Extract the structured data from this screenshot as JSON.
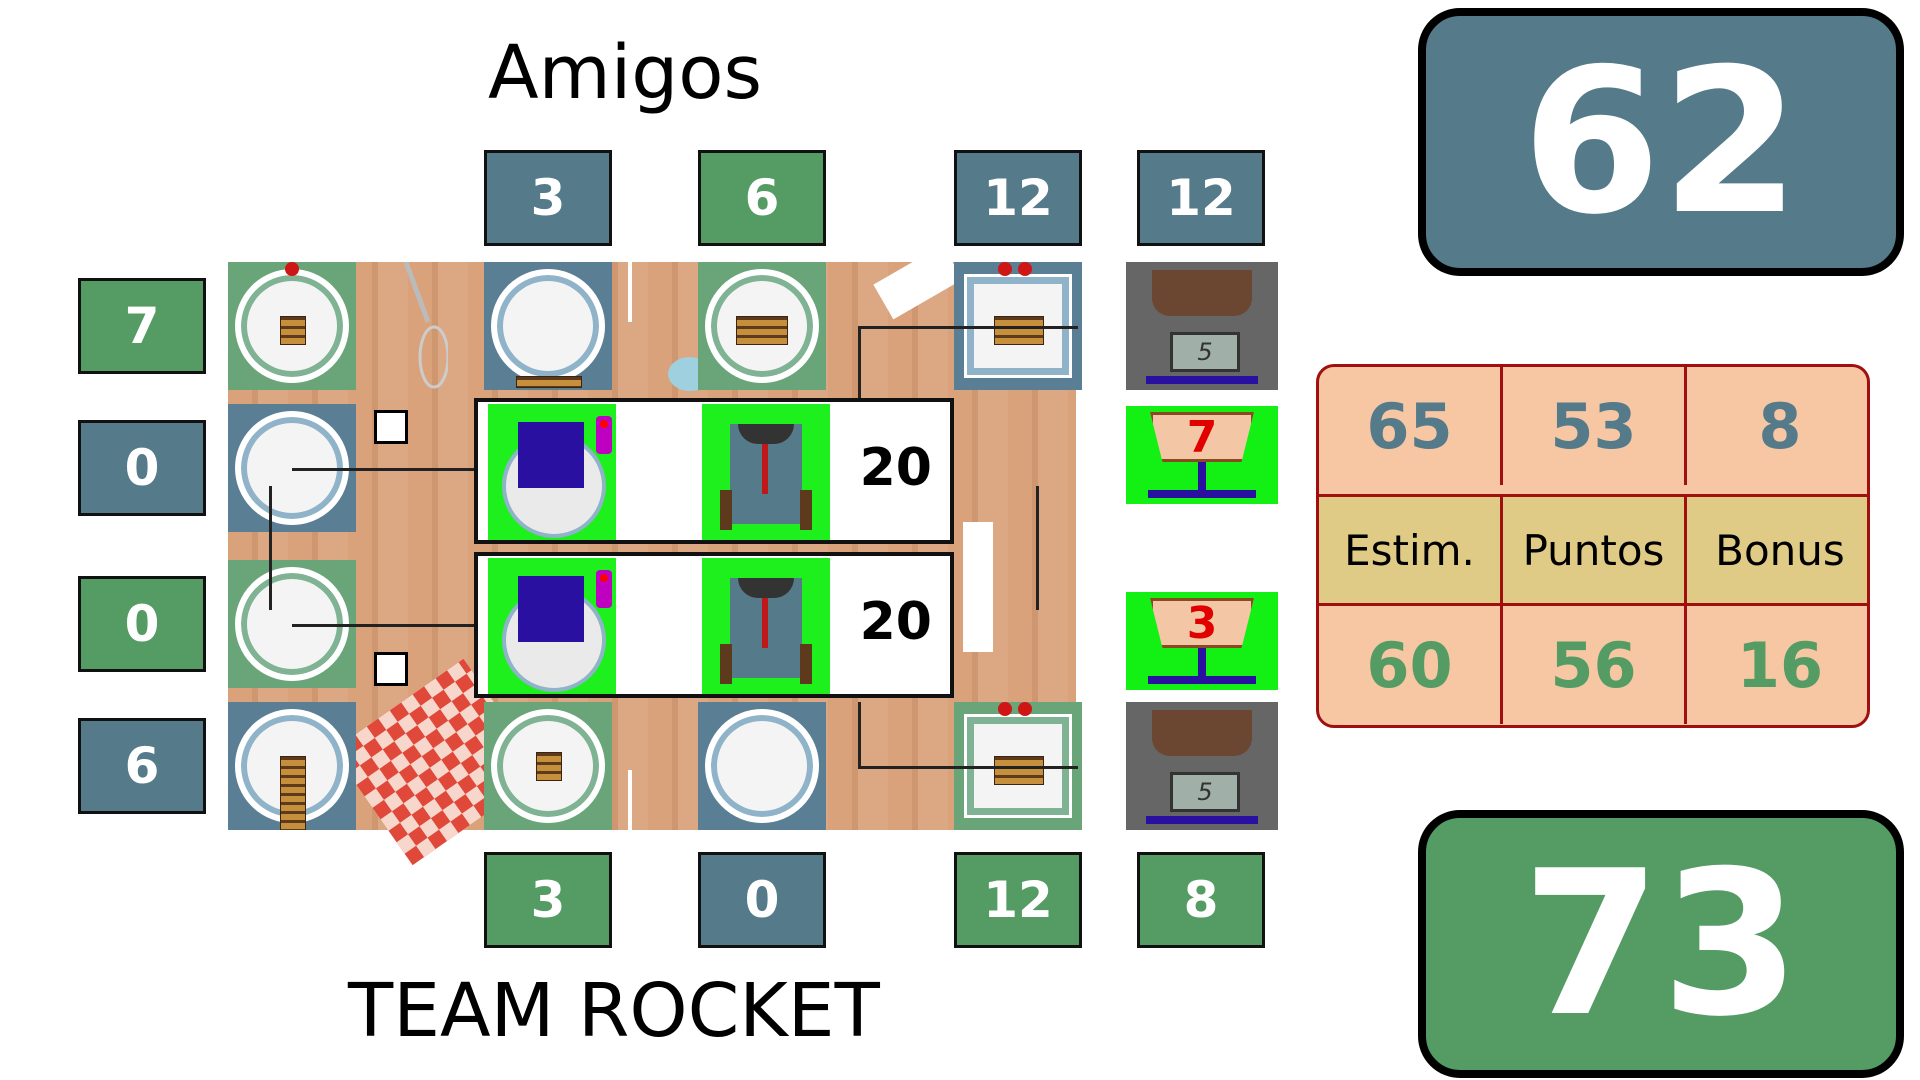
{
  "teams": {
    "top": {
      "name": "Amigos",
      "total": "62",
      "color": "#557a8a"
    },
    "bottom": {
      "name": "TEAM ROCKET",
      "total": "73",
      "color": "#549b64"
    }
  },
  "column_scores_top": [
    "3",
    "6",
    "12",
    "12"
  ],
  "column_scores_bottom": [
    "3",
    "0",
    "12",
    "8"
  ],
  "row_scores": [
    "7",
    "0",
    "0",
    "6"
  ],
  "robots": [
    {
      "value": "20"
    },
    {
      "value": "20"
    }
  ],
  "scales": [
    {
      "weight": "5"
    },
    {
      "weight": "7"
    },
    {
      "weight": "3"
    },
    {
      "weight": "5"
    }
  ],
  "estimate_table": {
    "top_row": [
      "65",
      "53",
      "8"
    ],
    "labels": [
      "Estim.",
      "Puntos",
      "Bonus"
    ],
    "bottom_row": [
      "60",
      "56",
      "16"
    ]
  },
  "colors": {
    "blue": "#557a8a",
    "green": "#549b64",
    "panel_bg": "#f7c7a4",
    "label_bg": "#dfcb85",
    "red_border": "#a01010"
  }
}
